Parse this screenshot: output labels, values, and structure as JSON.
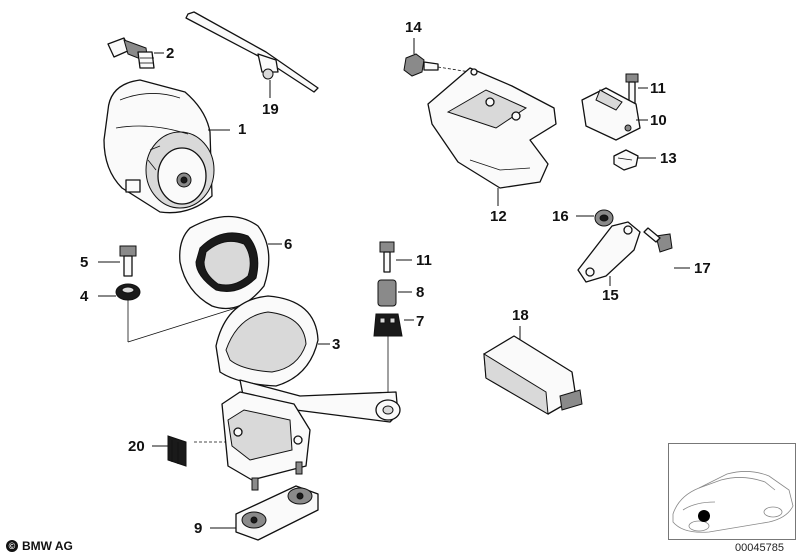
{
  "callouts": {
    "c1": "1",
    "c2": "2",
    "c3": "3",
    "c4": "4",
    "c5": "5",
    "c6": "6",
    "c7": "7",
    "c8": "8",
    "c9": "9",
    "c10": "10",
    "c11a": "11",
    "c11b": "11",
    "c12": "12",
    "c13": "13",
    "c14": "14",
    "c15": "15",
    "c16": "16",
    "c17": "17",
    "c18": "18",
    "c19": "19",
    "c20": "20"
  },
  "footer": {
    "copyright_symbol": "©",
    "brand": "BMW AG",
    "document_number": "00045785"
  }
}
